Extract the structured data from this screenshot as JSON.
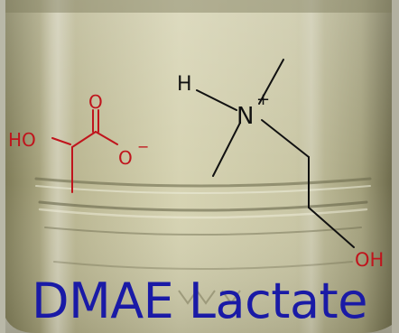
{
  "caption": {
    "text": "DMAE Lactate",
    "color": "#1a1aa6"
  },
  "lactate": {
    "ho_label": "HO",
    "o_label": "O",
    "o_minus_label": "O",
    "charge_label": "−",
    "color": "#c0141c"
  },
  "dmae": {
    "h_label": "H",
    "n_label": "N",
    "charge_label": "+",
    "oh_label": "OH",
    "bond_color": "#111111",
    "oh_color": "#c0141c"
  },
  "photo": {
    "subject": "glass-jar-with-pale-yellow-liquid"
  }
}
